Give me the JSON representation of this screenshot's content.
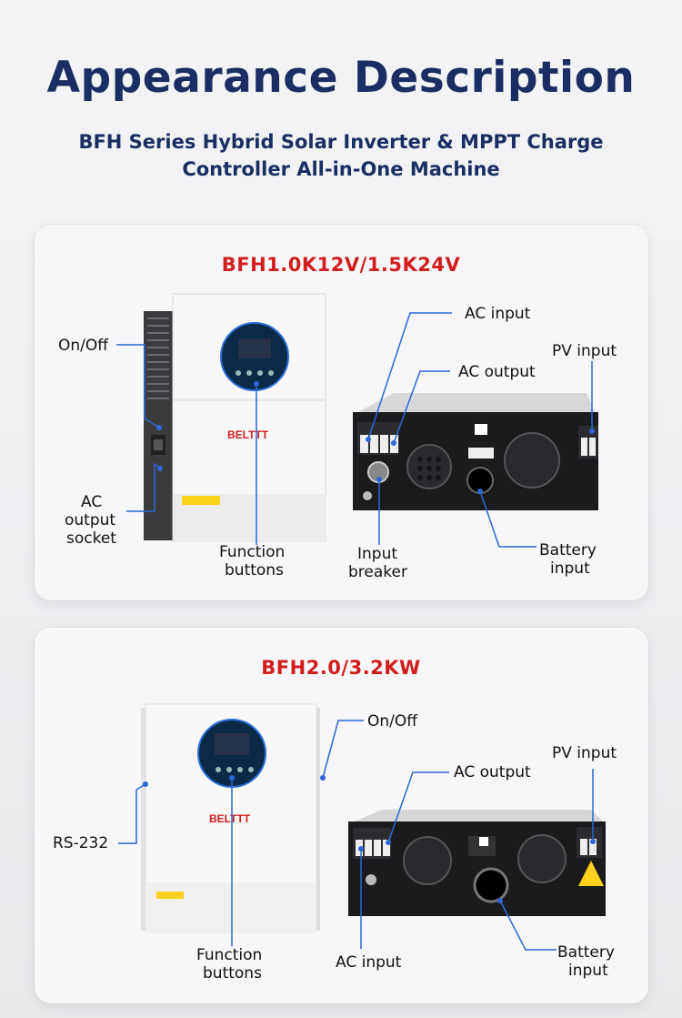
{
  "header": {
    "title": "Appearance  Description",
    "subtitle_line1": "BFH Series Hybrid Solar Inverter & MPPT Charge",
    "subtitle_line2": "Controller All-in-One Machine"
  },
  "section1": {
    "model": "BFH1.0K12V/1.5K24V",
    "brand": "BELTTT",
    "labels": {
      "on_off": "On/Off",
      "ac_output_socket_1": "AC",
      "ac_output_socket_2": "output",
      "ac_output_socket_3": "socket",
      "function_buttons_1": "Function",
      "function_buttons_2": "buttons",
      "ac_input": "AC input",
      "ac_output": "AC output",
      "pv_input": "PV input",
      "input_breaker_1": "Input",
      "input_breaker_2": "breaker",
      "battery_input_1": "Battery",
      "battery_input_2": "input"
    }
  },
  "section2": {
    "model": "BFH2.0/3.2KW",
    "brand": "BELTTT",
    "labels": {
      "on_off": "On/Off",
      "pv_input": "PV input",
      "ac_output": "AC output",
      "rs232": "RS-232",
      "function_buttons_1": "Function",
      "function_buttons_2": "buttons",
      "ac_input": "AC input",
      "battery_input_1": "Battery",
      "battery_input_2": "input"
    }
  }
}
